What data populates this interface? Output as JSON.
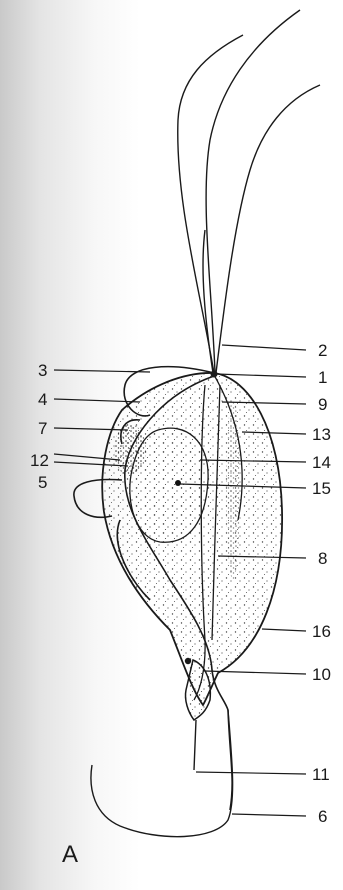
{
  "figure": {
    "panel_letter": "A",
    "labels": {
      "l1": "1",
      "l2": "2",
      "l3": "3",
      "l4": "4",
      "l5": "5",
      "l6": "6",
      "l7": "7",
      "l8": "8",
      "l9": "9",
      "l10": "10",
      "l11": "11",
      "l12": "12",
      "l13": "13",
      "l14": "14",
      "l15": "15",
      "l16": "16"
    }
  }
}
